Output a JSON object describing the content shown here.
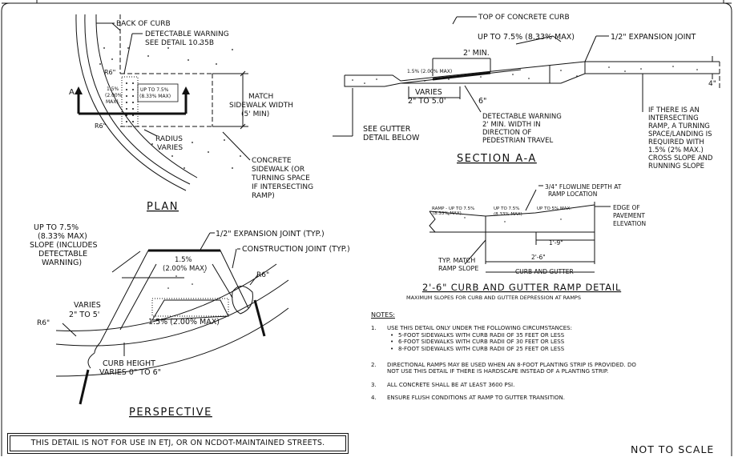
{
  "plan": {
    "back_of_curb": "BACK OF CURB",
    "detectable_1": "DETECTABLE WARNING",
    "detectable_2": "SEE DETAIL 10.35B",
    "r6_top": "R6\"",
    "slope_left": [
      "1.5%",
      "(2.00%",
      "MAX)."
    ],
    "slope_right": [
      "UP TO 7.5%",
      "(8.33% MAX)"
    ],
    "section_a": "A",
    "match_1": "MATCH",
    "match_2": "SIDEWALK WIDTH",
    "match_3": "(5' MIN)",
    "r6_bottom": "R6\"",
    "radius_1": "RADIUS",
    "radius_2": "VARIES",
    "concrete": [
      "CONCRETE",
      "SIDEWALK (OR",
      "TURNING SPACE",
      "IF INTERSECTING",
      "RAMP)"
    ],
    "title": "PLAN"
  },
  "section": {
    "top_curb": "TOP OF CONCRETE CURB",
    "up_to": "UP TO 7.5% (8.33% MAX)",
    "expansion": "1/2\" EXPANSION JOINT",
    "two_min": "2' MIN.",
    "slope_small": "1.5% (2.00% MAX)",
    "varies_1": "VARIES",
    "varies_2": "2\" TO 5.0'",
    "six": "6\"",
    "four": "4\"",
    "detectable": [
      "DETECTABLE WARNING",
      "2' MIN. WIDTH IN",
      "DIRECTION OF",
      "PEDESTRIAN TRAVEL"
    ],
    "gutter": [
      "SEE GUTTER",
      "DETAIL BELOW"
    ],
    "intersect": [
      "IF THERE IS AN",
      "INTERSECTING",
      "RAMP, A TURNING",
      "SPACE/LANDING IS",
      "REQUIRED WITH",
      "1.5% (2% MAX.)",
      "CROSS SLOPE AND",
      "RUNNING SLOPE"
    ],
    "title": "SECTION A-A"
  },
  "perspective": {
    "up_to": [
      "UP TO 7.5%",
      "(8.33% MAX)",
      "SLOPE (INCLUDES",
      "DETECTABLE",
      "WARNING)"
    ],
    "expansion": "1/2\" EXPANSION JOINT (TYP.)",
    "construction": "CONSTRUCTION JOINT (TYP.)",
    "top_slope_1": "1.5%",
    "top_slope_2": "(2.00% MAX)",
    "r6_right": "R6\"",
    "varies_1": "VARIES",
    "varies_2": "2\" TO 5'",
    "r6_left": "R6\"",
    "bottom_slope": "1.5% (2.00% MAX)",
    "curb_1": "CURB HEIGHT",
    "curb_2": "VARIES 0\" TO 6\"",
    "title": "PERSPECTIVE"
  },
  "gutter": {
    "flowline_1": "3/4\" FLOWLINE DEPTH AT",
    "flowline_2": "RAMP LOCATION",
    "ramp_slope": [
      "RAMP - UP TO 7.5%",
      "(8.33% MAX)"
    ],
    "mid_slope": [
      "UP TO 7.5%",
      "(8.33% MAX)"
    ],
    "right_slope": "UP TO 5% MAX.",
    "edge": [
      "EDGE OF",
      "PAVEMENT",
      "ELEVATION"
    ],
    "dim_1": "1'-9\"",
    "dim_2": "2'-6\"",
    "curb_gutter": "CURB AND GUTTER",
    "typ": [
      "TYP. MATCH",
      "RAMP SLOPE"
    ],
    "title": "2'-6\" CURB AND GUTTER RAMP DETAIL",
    "subtitle": "MAXIMUM SLOPES FOR CURB AND GUTTER DEPRESSION AT RAMPS"
  },
  "notes": {
    "heading": "NOTES:",
    "n1_num": "1.",
    "n1": "USE THIS DETAIL ONLY UNDER THE FOLLOWING CIRCUMSTANCES:",
    "n1_bullets": [
      "5-FOOT SIDEWALKS WITH CURB RADII OF 35 FEET OR LESS",
      "6-FOOT SIDEWALKS WITH CURB RADII OF 30 FEET OR LESS",
      "8-FOOT SIDEWALKS WITH CURB RADII OF 25 FEET OR LESS"
    ],
    "n2_num": "2.",
    "n2a": "DIRECTIONAL RAMPS MAY BE USED WHEN AN 8-FOOT PLANTING STRIP IS PROVIDED.  DO",
    "n2b": "NOT USE THIS DETAIL IF THERE IS HARDSCAPE INSTEAD OF A PLANTING STRIP.",
    "n3_num": "3.",
    "n3": "ALL CONCRETE SHALL BE AT LEAST 3600 PSI.",
    "n4_num": "4.",
    "n4": "ENSURE FLUSH CONDITIONS AT RAMP TO GUTTER TRANSITION."
  },
  "disclaimer": "THIS DETAIL IS NOT FOR USE IN ETJ, OR ON NCDOT-MAINTAINED STREETS.",
  "not_to_scale": "NOT TO SCALE"
}
